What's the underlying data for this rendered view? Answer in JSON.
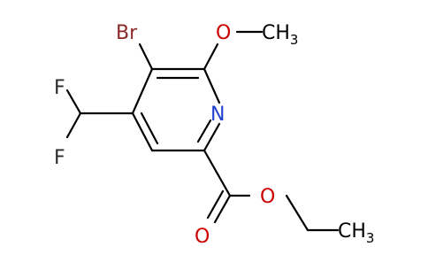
{
  "colors": {
    "bond": "#000000",
    "bromine": "#8b2a2a",
    "oxygen": "#cc0000",
    "nitrogen": "#1f3fd0",
    "fluorine": "#2a2a2a"
  },
  "labels": {
    "br": "Br",
    "o_methoxy": "O",
    "ch3_top_c": "CH",
    "ch3_top_sub": "3",
    "n": "N",
    "f_top": "F",
    "f_bottom": "F",
    "o_ester": "O",
    "o_carbonyl": "O",
    "ch3_bottom_c": "CH",
    "ch3_bottom_sub": "3"
  }
}
